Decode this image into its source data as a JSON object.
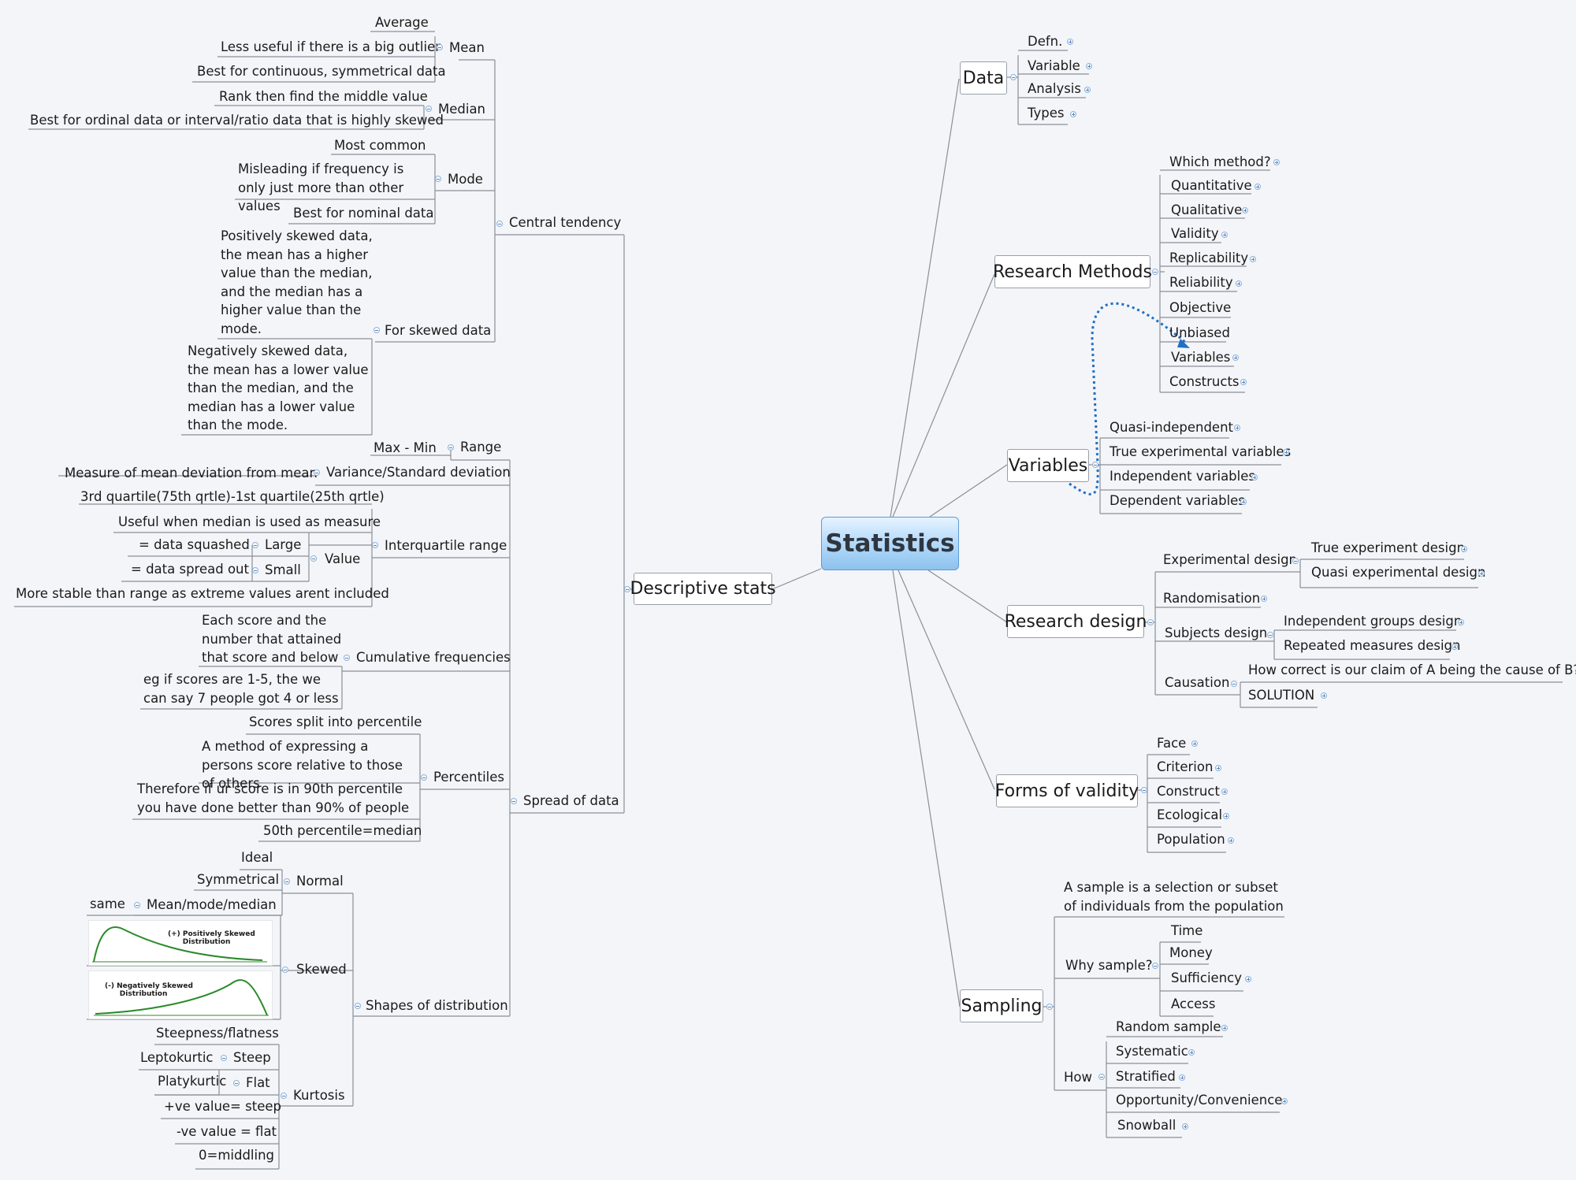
{
  "root": "Statistics",
  "main_branches": {
    "descriptive": "Descriptive stats",
    "data": "Data",
    "research_methods": "Research Methods",
    "variables": "Variables",
    "research_design": "Research design",
    "forms_of_validity": "Forms of validity",
    "sampling": "Sampling"
  },
  "descriptive": {
    "central_tendency": "Central tendency",
    "mean": "Mean",
    "mean_average": "Average",
    "mean_outlier": "Less useful if there is a big outlier",
    "mean_best": "Best for continuous, symmetrical data",
    "median": "Median",
    "median_rank": "Rank then find the middle value",
    "median_best": "Best for ordinal data or interval/ratio data that is highly skewed",
    "mode": "Mode",
    "mode_common": "Most common",
    "mode_misleading": "Misleading if frequency is only just more than other values",
    "mode_best": "Best for nominal data",
    "skewed": "For skewed data",
    "skewed_positive": "Positively skewed data, the mean has a higher value than the median, and the median has a higher value than the mode.",
    "skewed_negative": "Negatively skewed data, the mean has a lower value than the median, and the median has a lower value than the mode.",
    "spread": "Spread of data",
    "range": "Range",
    "range_def": "Max - Min",
    "variance": "Variance/Standard deviation",
    "variance_def": "Measure of mean deviation from mean",
    "iqr": "Interquartile range",
    "iqr_def": "3rd quartile(75th qrtle)-1st quartile(25th qrtle)",
    "iqr_useful": "Useful when median is used as measure",
    "value": "Value",
    "large": "Large",
    "large_def": "= data squashed",
    "small": "Small",
    "small_def": "= data spread out",
    "iqr_stable": "More stable than range as extreme values arent included",
    "cumulative": "Cumulative frequencies",
    "cumulative_def": "Each score and the number that attained that score and below",
    "cumulative_eg": "eg if scores are 1-5, the we can say 7 people got 4 or less",
    "percentiles": "Percentiles",
    "perc_split": "Scores split into percentile",
    "perc_method": "A method of expressing a persons score relative to those of others",
    "perc_therefore": "Therefore if ur score is in 90th percentile you have done better than 90% of people",
    "perc_50": "50th percentile=median",
    "shapes": "Shapes of distribution",
    "normal": "Normal",
    "normal_ideal": "Ideal",
    "normal_symmetrical": "Symmetrical",
    "normal_mmm": "Mean/mode/median",
    "normal_same": "same",
    "skewed_shape": "Skewed",
    "chart_pos_title": "(+) Positively Skewed\n      Distribution",
    "chart_neg_title": "(-) Negatively Skewed\n      Distribution",
    "kurtosis": "Kurtosis",
    "kurt_steepness": "Steepness/flatness",
    "kurt_steep": "Steep",
    "kurt_lepto": "Leptokurtic",
    "kurt_flat": "Flat",
    "kurt_platy": "Platykurtic",
    "kurt_pos": "+ve value= steep",
    "kurt_neg": "-ve value = flat",
    "kurt_zero": "0=middling"
  },
  "data": [
    "Defn.",
    "Variable",
    "Analysis",
    "Types"
  ],
  "research_methods": [
    "Which method?",
    "Quantitative",
    "Qualitative",
    "Validity",
    "Replicability",
    "Reliability",
    "Objective",
    "Unbiased",
    "Variables",
    "Constructs"
  ],
  "variables": [
    "Quasi-independent",
    "True experimental variables",
    "Independent variables",
    "Dependent variables"
  ],
  "research_design": {
    "experimental": "Experimental design",
    "true_exp": "True experiment design",
    "quasi_exp": "Quasi experimental design",
    "randomisation": "Randomisation",
    "subjects": "Subjects design",
    "independent_groups": "Independent groups design",
    "repeated": "Repeated measures design",
    "causation": "Causation",
    "causation_q": "How correct is our claim of A being the cause of B?",
    "solution": "SOLUTION"
  },
  "forms_of_validity": [
    "Face",
    "Criterion",
    "Construct",
    "Ecological",
    "Population"
  ],
  "sampling": {
    "def": "A sample is a selection or subset of individuals from the population",
    "why": "Why sample?",
    "why_items": [
      "Time",
      "Money",
      "Sufficiency",
      "Access"
    ],
    "how": "How",
    "how_items": [
      "Random sample",
      "Systematic",
      "Stratified",
      "Opportunity/Convenience",
      "Snowball"
    ]
  }
}
